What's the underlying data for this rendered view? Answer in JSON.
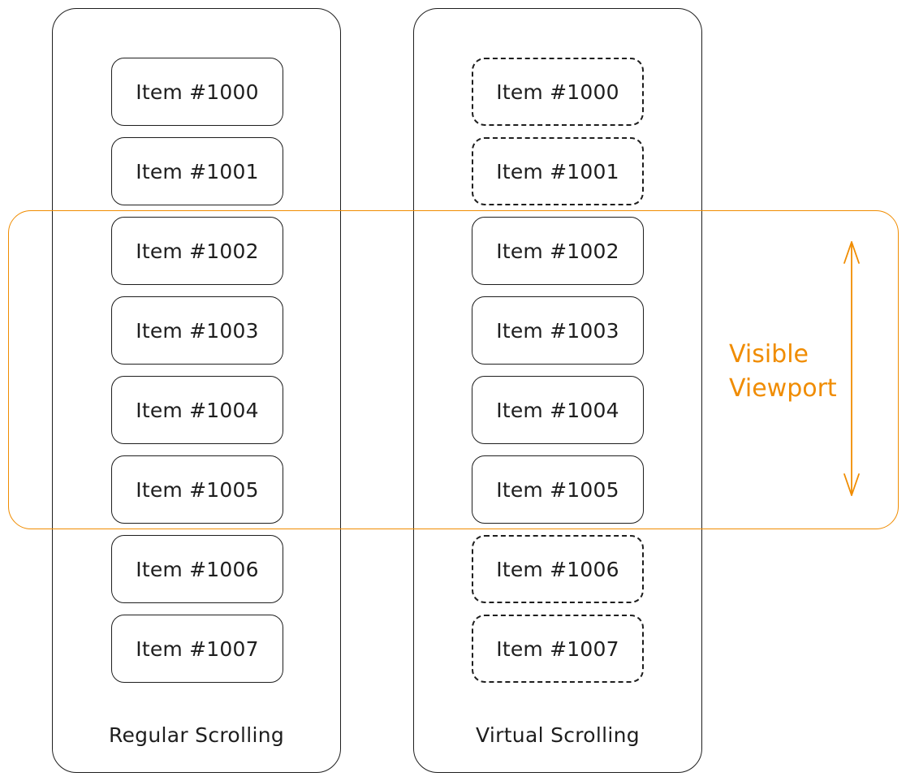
{
  "panels": {
    "regular": {
      "label": "Regular Scrolling",
      "items": [
        {
          "label": "Item #1000",
          "style": "solid"
        },
        {
          "label": "Item #1001",
          "style": "solid"
        },
        {
          "label": "Item #1002",
          "style": "solid"
        },
        {
          "label": "Item #1003",
          "style": "solid"
        },
        {
          "label": "Item #1004",
          "style": "solid"
        },
        {
          "label": "Item #1005",
          "style": "solid"
        },
        {
          "label": "Item #1006",
          "style": "solid"
        },
        {
          "label": "Item #1007",
          "style": "solid"
        }
      ]
    },
    "virtual": {
      "label": "Virtual Scrolling",
      "items": [
        {
          "label": "Item #1000",
          "style": "dashed"
        },
        {
          "label": "Item #1001",
          "style": "dashed"
        },
        {
          "label": "Item #1002",
          "style": "solid"
        },
        {
          "label": "Item #1003",
          "style": "solid"
        },
        {
          "label": "Item #1004",
          "style": "solid"
        },
        {
          "label": "Item #1005",
          "style": "solid"
        },
        {
          "label": "Item #1006",
          "style": "dashed"
        },
        {
          "label": "Item #1007",
          "style": "dashed"
        }
      ]
    }
  },
  "viewport": {
    "label_line1": "Visible",
    "label_line2": "Viewport",
    "color": "#f08c00",
    "arrow_icon": "double-headed-vertical-arrow-icon"
  },
  "colors": {
    "stroke": "#1e1e1e",
    "accent": "#f08c00",
    "background": "#ffffff"
  }
}
